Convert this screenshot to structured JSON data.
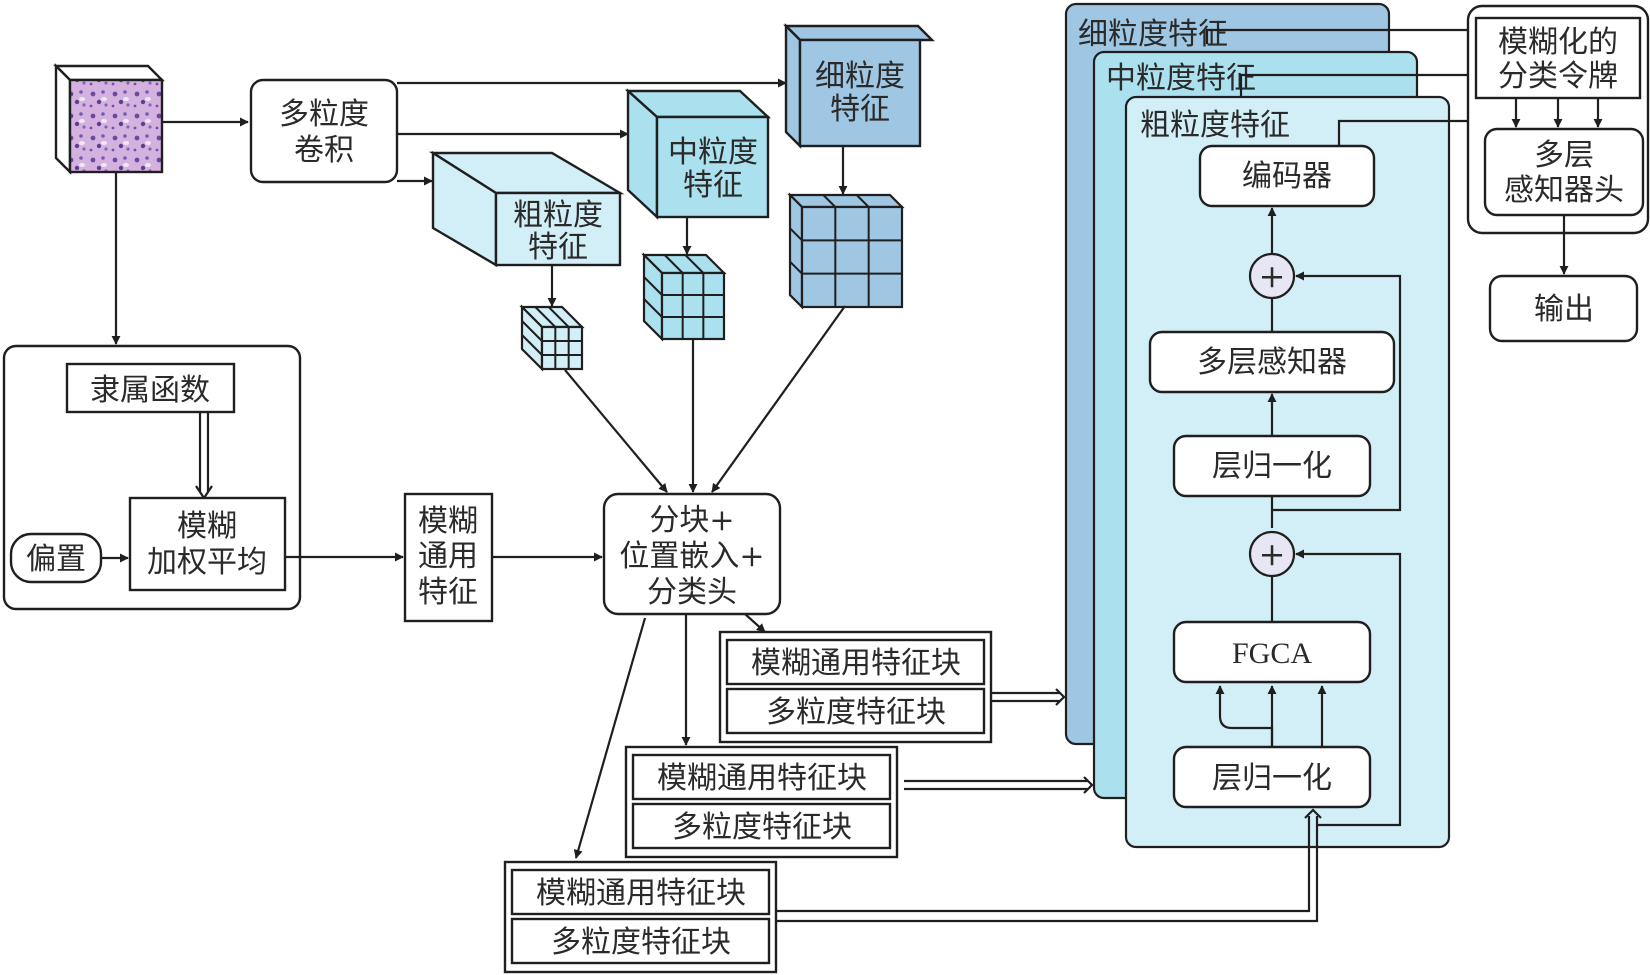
{
  "colors": {
    "fine": "#9fc6e2",
    "medium": "#abe0ee",
    "coarse": "#d2eef6",
    "plus_fill": "#e6e6f4",
    "stroke": "#1f1f1f",
    "tissue": "#c9a3d6"
  },
  "input": {
    "image_icon": "histology-image-icon"
  },
  "multi_conv": {
    "line1": "多粒度",
    "line2": "卷积"
  },
  "features": {
    "coarse": {
      "line1": "粗粒度",
      "line2": "特征"
    },
    "medium": {
      "line1": "中粒度",
      "line2": "特征"
    },
    "fine": {
      "line1": "细粒度",
      "line2": "特征"
    }
  },
  "fuzzy_module": {
    "membership": "隶属函数",
    "bias": "偏置",
    "weighted_avg_line1": "模糊",
    "weighted_avg_line2": "加权平均"
  },
  "fuzzy_general": {
    "line1": "模糊",
    "line2": "通用",
    "line3": "特征"
  },
  "patch_embed": {
    "line1": "分块+",
    "line2": "位置嵌入+",
    "line3": "分类头"
  },
  "token_blocks": [
    {
      "top": "模糊通用特征块",
      "bottom": "多粒度特征块"
    },
    {
      "top": "模糊通用特征块",
      "bottom": "多粒度特征块"
    },
    {
      "top": "模糊通用特征块",
      "bottom": "多粒度特征块"
    }
  ],
  "branches": {
    "fine": "细粒度特征",
    "medium": "中粒度特征",
    "coarse": "粗粒度特征"
  },
  "encoder": {
    "encoder_label": "编码器",
    "mlp": "多层感知器",
    "layernorm_top": "层归一化",
    "fgca": "FGCA",
    "layernorm_bottom": "层归一化",
    "plus": "+"
  },
  "head": {
    "cls_token_line1": "模糊化的",
    "cls_token_line2": "分类令牌",
    "mlp_head_line1": "多层",
    "mlp_head_line2": "感知器头",
    "output": "输出"
  }
}
